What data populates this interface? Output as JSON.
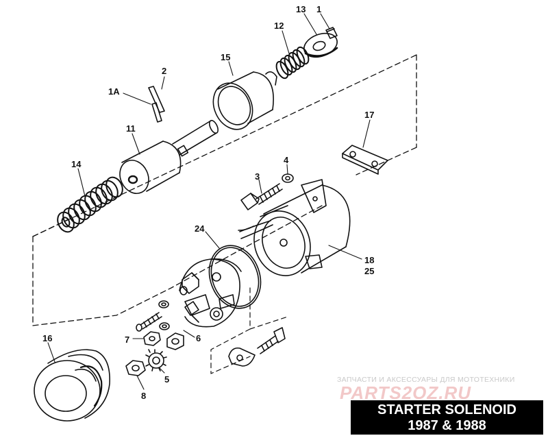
{
  "title": {
    "line1": "STARTER SOLENOID",
    "line2": "1987 & 1988"
  },
  "watermark": {
    "tagline": "ЗАПЧАСТИ И АКСЕССУАРЫ ДЛЯ МОТОТЕХНИКИ",
    "logo": "PARTS2OZ.RU"
  },
  "callouts": {
    "c1": "1",
    "c1a": "1A",
    "c2": "2",
    "c3": "3",
    "c4": "4",
    "c5": "5",
    "c6": "6",
    "c7": "7",
    "c8": "8",
    "c11": "11",
    "c12": "12",
    "c13": "13",
    "c14": "14",
    "c15": "15",
    "c16": "16",
    "c17": "17",
    "c18": "18",
    "c24": "24",
    "c25": "25"
  },
  "colors": {
    "ink": "#111111",
    "title_bg": "#000000",
    "title_fg": "#ffffff",
    "watermark_text": "#c9c9c9",
    "watermark_logo": "#f2c8c8"
  }
}
